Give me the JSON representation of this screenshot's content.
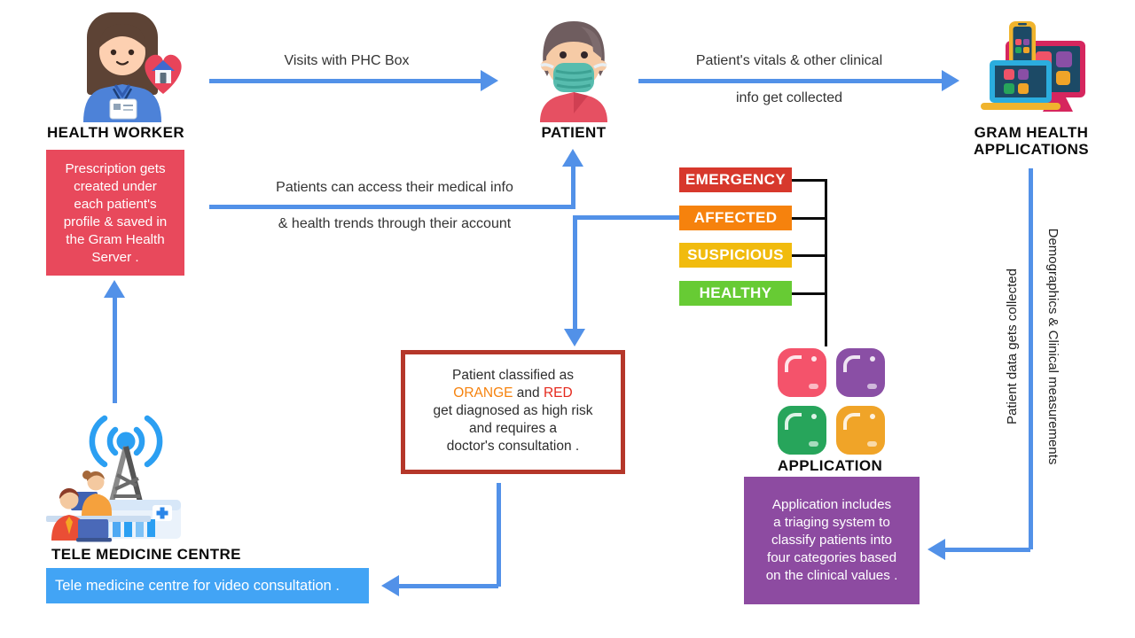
{
  "colors": {
    "arrow_blue": "#5291e8",
    "bar_blue": "#42a4f5",
    "prescription_red": "#e8495c",
    "classified_border_red": "#b5372a",
    "triaging_purple": "#8d4ba1",
    "connector_black": "#0c0c0c"
  },
  "nodes": {
    "health_worker": {
      "label": "HEALTH WORKER"
    },
    "patient": {
      "label": "PATIENT"
    },
    "gram_health": {
      "label_lines": [
        "GRAM HEALTH",
        "APPLICATIONS"
      ]
    },
    "application": {
      "label": "APPLICATION"
    },
    "tele_medicine": {
      "label": "TELE MEDICINE CENTRE"
    }
  },
  "edges": {
    "visits": {
      "label": "Visits with PHC Box"
    },
    "vitals": {
      "line1": "Patient's vitals & other clinical",
      "line2": "info get collected"
    },
    "access": {
      "line1": "Patients can access their medical info",
      "line2": "& health trends through their account"
    },
    "patient_data": {
      "label": "Patient data gets collected"
    },
    "demographics": {
      "label": "Demographics & Clinical measurements"
    }
  },
  "boxes": {
    "prescription": {
      "bg": "#e8495c",
      "lines": [
        "Prescription gets",
        "created under",
        "each patient's",
        "profile & saved in",
        "the Gram Health",
        "Server ."
      ]
    },
    "classified": {
      "line1": "Patient classified as",
      "orange_word": "ORANGE",
      "and_word": " and ",
      "red_word": "RED",
      "rest_lines": [
        "get diagnosed as high risk",
        "and requires a",
        "doctor's consultation ."
      ]
    },
    "triaging": {
      "bg": "#8d4ba1",
      "lines": [
        "Application includes",
        "a triaging system to",
        "classify patients into",
        "four categories based",
        "on the clinical values ."
      ]
    },
    "telemedicine_bar": {
      "bg": "#42a4f5",
      "text": "Tele medicine centre for video consultation ."
    }
  },
  "categories": [
    {
      "label": "EMERGENCY",
      "color": "#d7382c"
    },
    {
      "label": "AFFECTED",
      "color": "#f6820d"
    },
    {
      "label": "SUSPICIOUS",
      "color": "#f1bb0e"
    },
    {
      "label": "HEALTHY",
      "color": "#67cb34"
    }
  ],
  "app_tiles": [
    {
      "name": "red",
      "color": "#f4536b"
    },
    {
      "name": "purple",
      "color": "#8a4fa5"
    },
    {
      "name": "green",
      "color": "#27a55b"
    },
    {
      "name": "orange",
      "color": "#f0a428"
    }
  ]
}
